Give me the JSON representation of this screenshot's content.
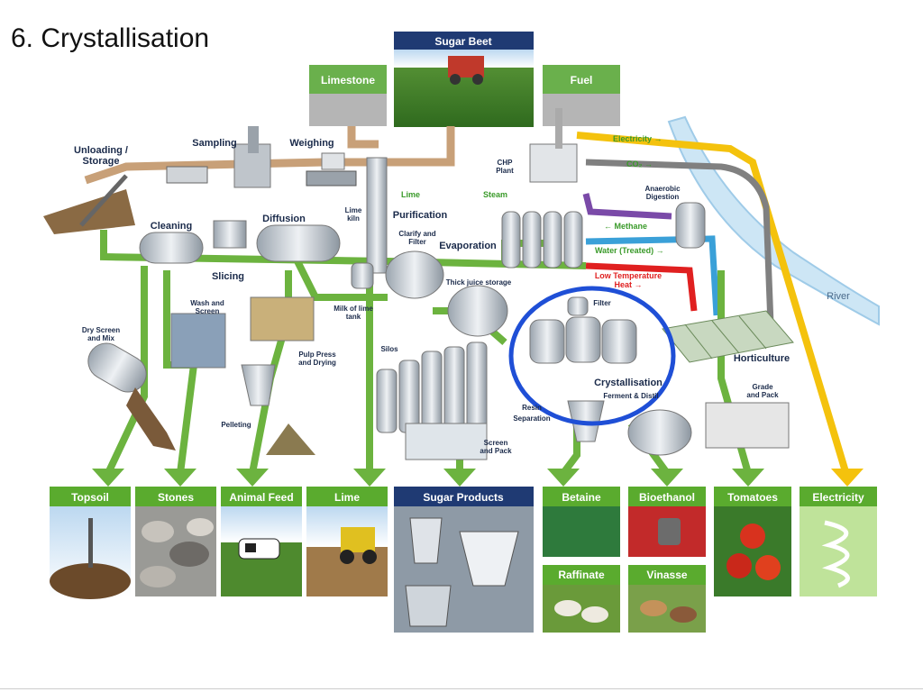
{
  "slide": {
    "title": "6. Crystallisation"
  },
  "inputs": {
    "sugar_beet": "Sugar Beet",
    "limestone": "Limestone",
    "fuel": "Fuel"
  },
  "stages": {
    "unloading": [
      "Unloading /",
      "Storage"
    ],
    "sampling": "Sampling",
    "weighing": "Weighing",
    "cleaning": "Cleaning",
    "slicing": "Slicing",
    "diffusion": "Diffusion",
    "lime_kiln": [
      "Lime",
      "kiln"
    ],
    "lime_arrow": "Lime",
    "purification": "Purification",
    "clarify": [
      "Clarify and",
      "Filter"
    ],
    "evaporation": "Evaporation",
    "steam": "Steam",
    "chp": [
      "CHP",
      "Plant"
    ],
    "anaerobic": [
      "Anaerobic",
      "Digestion"
    ],
    "electricity_flow": "Electricity →",
    "co2_flow": "CO₂ →",
    "methane_flow": "← Methane",
    "water_flow": "Water (Treated) →",
    "low_temp": [
      "Low Temperature",
      "Heat →"
    ],
    "river": "River",
    "thick_juice": "Thick juice storage",
    "filter": "Filter",
    "milk_of_lime": [
      "Milk of lime",
      "tank"
    ],
    "wash_screen": [
      "Wash and",
      "Screen"
    ],
    "dry_screen": [
      "Dry Screen",
      "and Mix"
    ],
    "pulp_press": [
      "Pulp Press",
      "and Drying"
    ],
    "pelleting": "Pelleting",
    "silos": "Silos",
    "crystallisation": "Crystallisation",
    "ferment": "Ferment & Distil",
    "resin": [
      "Resin",
      "Separation"
    ],
    "screen_pack": [
      "Screen",
      "and Pack"
    ],
    "horticulture": "Horticulture",
    "grade_pack": [
      "Grade",
      "and Pack"
    ]
  },
  "products": [
    {
      "label": "Topsoil"
    },
    {
      "label": "Stones"
    },
    {
      "label": "Animal Feed"
    },
    {
      "label": "Lime"
    },
    {
      "label": "Sugar Products"
    },
    {
      "label": "Betaine"
    },
    {
      "label": "Bioethanol"
    },
    {
      "label": "Tomatoes"
    },
    {
      "label": "Electricity"
    },
    {
      "label": "Raffinate"
    },
    {
      "label": "Vinasse"
    }
  ],
  "colors": {
    "product_green": "#5aab2e",
    "input_green": "#6ab04c",
    "navy": "#1f3a73",
    "flow_green": "#6cb33f",
    "flow_tan": "#c8a078",
    "highlight_circle": "#1f4fd6",
    "electricity_line": "#f4c20d",
    "co2_line": "#808080",
    "methane_line": "#7a4aa8",
    "water_line": "#3aa0d8",
    "heat_line": "#e02020"
  }
}
